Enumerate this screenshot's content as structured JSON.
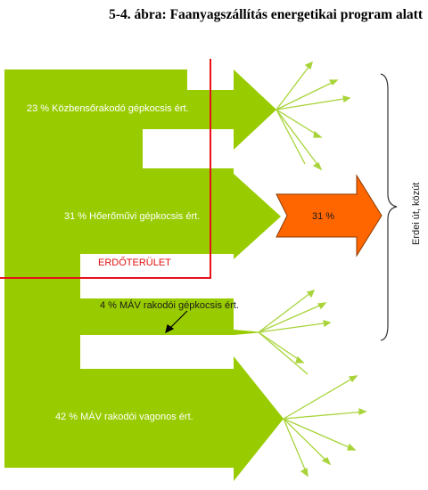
{
  "title": "5-4. ábra: Faanyagszállítás energetikai program alatt",
  "colors": {
    "flow_green": "#99cc00",
    "ray_green": "#a8d43a",
    "hub_orange": "#ff6600",
    "boundary_red": "#e8101a",
    "bracket": "#333333"
  },
  "flows": [
    {
      "id": "kozbenso",
      "label": "23 % Közbensőrakodó gépkocsis ért.",
      "percent": 23
    },
    {
      "id": "hoeromuvi",
      "label": "31 % Hőerőművi  gépkocsis ért.",
      "percent": 31
    },
    {
      "id": "mav-gepkocsi",
      "label": "4 % MÁV rakodói gépkocsis ért.",
      "percent": 4
    },
    {
      "id": "mav-vagon",
      "label": "42 % MÁV rakodói vagonos ért.",
      "percent": 42
    }
  ],
  "hub": {
    "label": "31 %"
  },
  "area_label": "ERDŐTERÜLET",
  "bracket_label": "Erdei út, közút"
}
